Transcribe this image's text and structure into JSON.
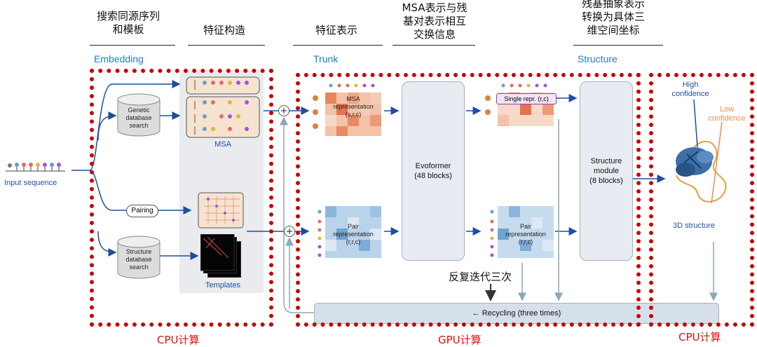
{
  "headers": {
    "search": "搜索同源序列\n和模板",
    "features": "特征构造",
    "represent": "特征表示",
    "exchange": "MSA表示与残\n基对表示相互\n交换信息",
    "structure": "残基抽象表示\n转换为具体三\n维空间坐标"
  },
  "sections": {
    "embedding": "Embedding",
    "trunk": "Trunk",
    "structure": "Structure"
  },
  "input": {
    "label": "Input sequence"
  },
  "databases": {
    "genetic": "Genetic\ndatabase\nsearch",
    "structure": "Structure\ndatabase\nsearch",
    "pairing": "Pairing"
  },
  "features": {
    "msa": "MSA",
    "templates": "Templates"
  },
  "trunk": {
    "msa_repr": "MSA\nrepresentation\n(s,r,c)",
    "pair_repr": "Pair\nrepresentation\n(r,r,c)",
    "evoformer": "Evoformer\n(48 blocks)",
    "single_repr": "Single repr. (r,c)",
    "pair_repr_out": "Pair\nrepresentation\n(r,r,c)"
  },
  "structure": {
    "module": "Structure\nmodule\n(8 blocks)",
    "high": "High\nconfidence",
    "low": "Low\nconfidence",
    "label": "3D structure"
  },
  "recycling": {
    "label": "← Recycling (three times)",
    "cn_note": "反复迭代三次"
  },
  "compute": {
    "cpu1": "CPU计算",
    "gpu": "GPU计算",
    "cpu2": "CPU计算"
  },
  "colors": {
    "accent_blue": "#1a7fd1",
    "dash_red": "#c80000",
    "arrow_navy": "#1f4e9c",
    "msa_red": "#e8703f",
    "pair_blue": "#6fa3d0"
  }
}
